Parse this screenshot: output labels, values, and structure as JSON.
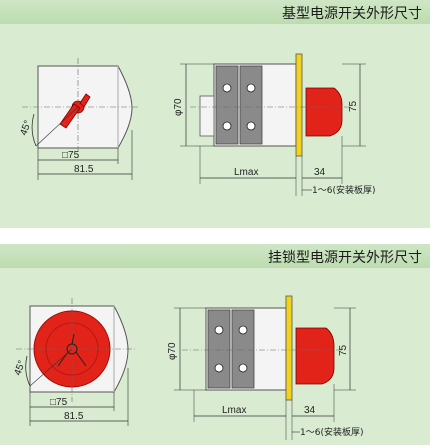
{
  "sections": [
    {
      "title": "基型电源开关外形尺寸",
      "front": {
        "angle": "45°",
        "square": "□75",
        "width": "81.5"
      },
      "side": {
        "diameter": "φ70",
        "height": "75",
        "lmax": "Lmax",
        "depth": "34",
        "plate": "1～6(安装板厚)"
      }
    },
    {
      "title": "挂锁型电源开关外形尺寸",
      "front": {
        "angle": "45°",
        "square": "□75",
        "width": "81.5"
      },
      "side": {
        "diameter": "φ70",
        "height": "75",
        "lmax": "Lmax",
        "depth": "34",
        "plate": "1～6(安装板厚)"
      }
    }
  ],
  "colors": {
    "panel": "#d9ecd1",
    "header": "#c3e0b8",
    "handle": "#e2231a",
    "mount": "#f2d21b",
    "terminal": "#8a8a8a"
  }
}
